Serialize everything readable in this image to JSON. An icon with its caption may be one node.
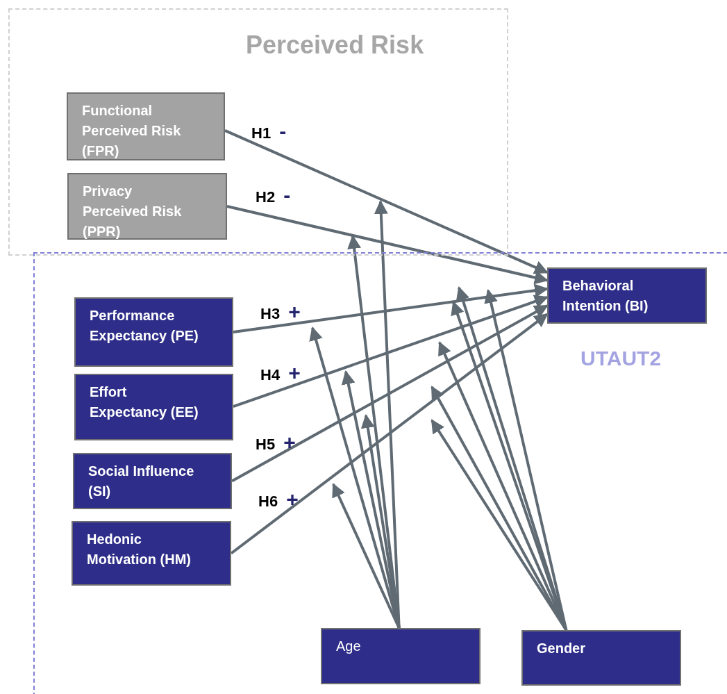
{
  "diagram": {
    "nodes": [
      {
        "text": [
          "Perceived Risk"
        ]
      },
      {
        "text": [
          "Functional Perceived Risk (FPR)"
        ],
        "in": 0
      },
      {
        "text": [
          "Privacy Perceived Risk (PPR)"
        ],
        "in": 0
      },
      {
        "text": [
          "UTAUT2"
        ]
      },
      {
        "text": [
          "Performance Expectancy (PE)"
        ],
        "in": 3
      },
      {
        "text": [
          "Effort Expectancy (EE)"
        ],
        "in": 3
      },
      {
        "text": [
          "Social Influence (SI)"
        ],
        "in": 3
      },
      {
        "text": [
          "Hedonic Motivation (HM)"
        ],
        "in": 3
      },
      {
        "text": [
          "Behavioral Intention (BI)"
        ],
        "in": 3
      },
      {
        "text": [
          "Age"
        ],
        "in": 3
      },
      {
        "text": [
          "Gender"
        ],
        "in": 3
      }
    ],
    "edges": [
      {
        "from": 1,
        "to": 8,
        "arrow": "to",
        "label": "H1 -"
      },
      {
        "from": 2,
        "to": 8,
        "arrow": "to",
        "label": "H2 -"
      },
      {
        "from": 4,
        "to": 8,
        "arrow": "to",
        "label": "H3 +"
      },
      {
        "from": 5,
        "to": 8,
        "arrow": "to",
        "label": "H4 +"
      },
      {
        "from": 6,
        "to": 8,
        "arrow": "to",
        "label": "H5 +"
      },
      {
        "from": 7,
        "to": 8,
        "arrow": "to",
        "label": "H6 +"
      },
      {
        "from": 9,
        "to": null,
        "arrow": "to"
      },
      {
        "from": 9,
        "to": null,
        "arrow": "to"
      },
      {
        "from": 9,
        "to": null,
        "arrow": "to"
      },
      {
        "from": 9,
        "to": null,
        "arrow": "to"
      },
      {
        "from": 9,
        "to": null,
        "arrow": "to"
      },
      {
        "from": 9,
        "to": null,
        "arrow": "to"
      },
      {
        "from": 10,
        "to": null,
        "arrow": "to"
      },
      {
        "from": 10,
        "to": null,
        "arrow": "to"
      },
      {
        "from": 10,
        "to": null,
        "arrow": "to"
      },
      {
        "from": 10,
        "to": null,
        "arrow": "to"
      },
      {
        "from": 10,
        "to": null,
        "arrow": "to"
      },
      {
        "from": 10,
        "to": null,
        "arrow": "to"
      }
    ]
  }
}
